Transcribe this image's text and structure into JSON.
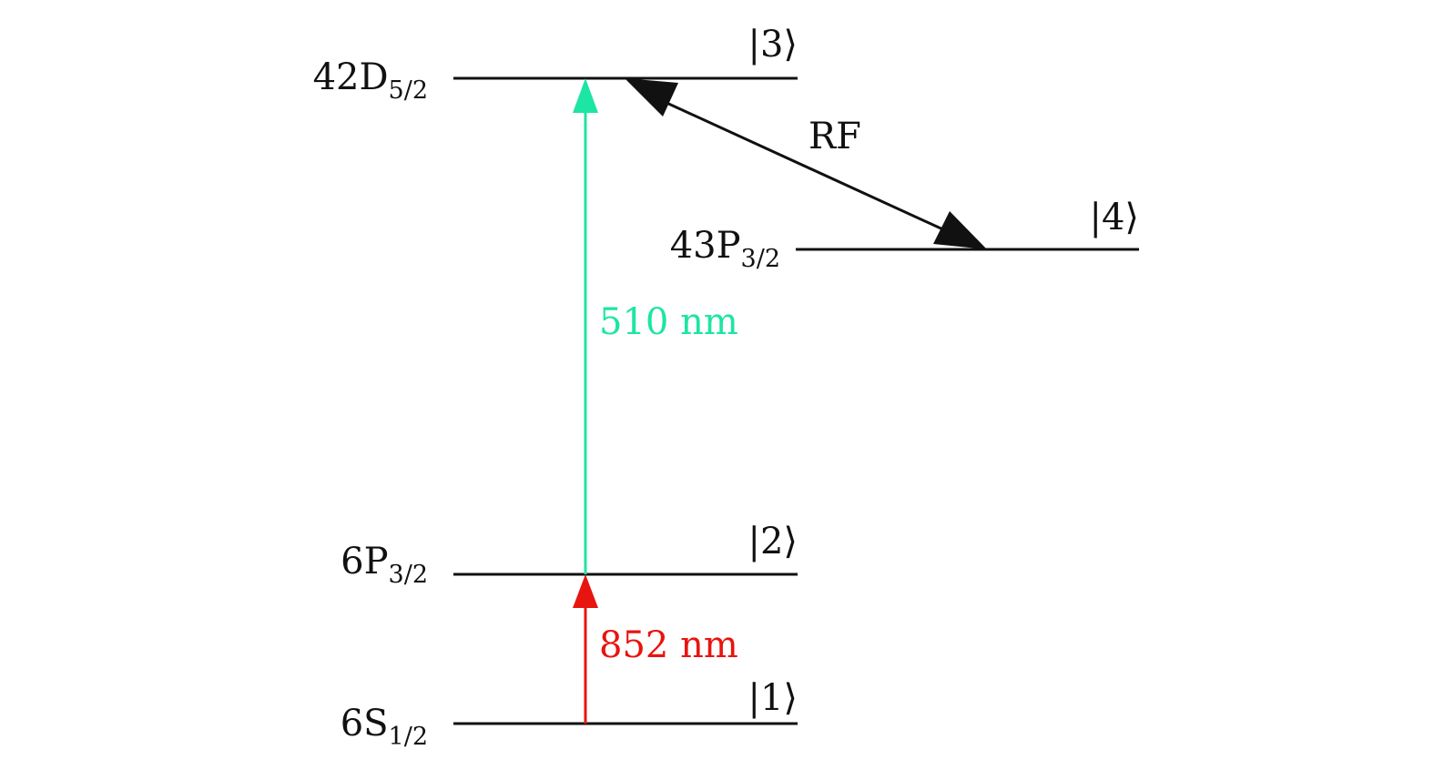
{
  "levels": [
    {
      "id": "l1",
      "main": "6S",
      "sub": "1/2",
      "state": "|1⟩"
    },
    {
      "id": "l2",
      "main": "6P",
      "sub": "3/2",
      "state": "|2⟩"
    },
    {
      "id": "l3",
      "main": "42D",
      "sub": "5/2",
      "state": "|3⟩"
    },
    {
      "id": "l4",
      "main": "43P",
      "sub": "3/2",
      "state": "|4⟩"
    }
  ],
  "transitions": {
    "probe": {
      "label": "852 nm",
      "color": "#e8140f"
    },
    "coupling": {
      "label": "510 nm",
      "color": "#1de5a4"
    },
    "rf": {
      "label": "RF",
      "color": "#111111"
    }
  },
  "colors": {
    "level_line": "#111111"
  }
}
